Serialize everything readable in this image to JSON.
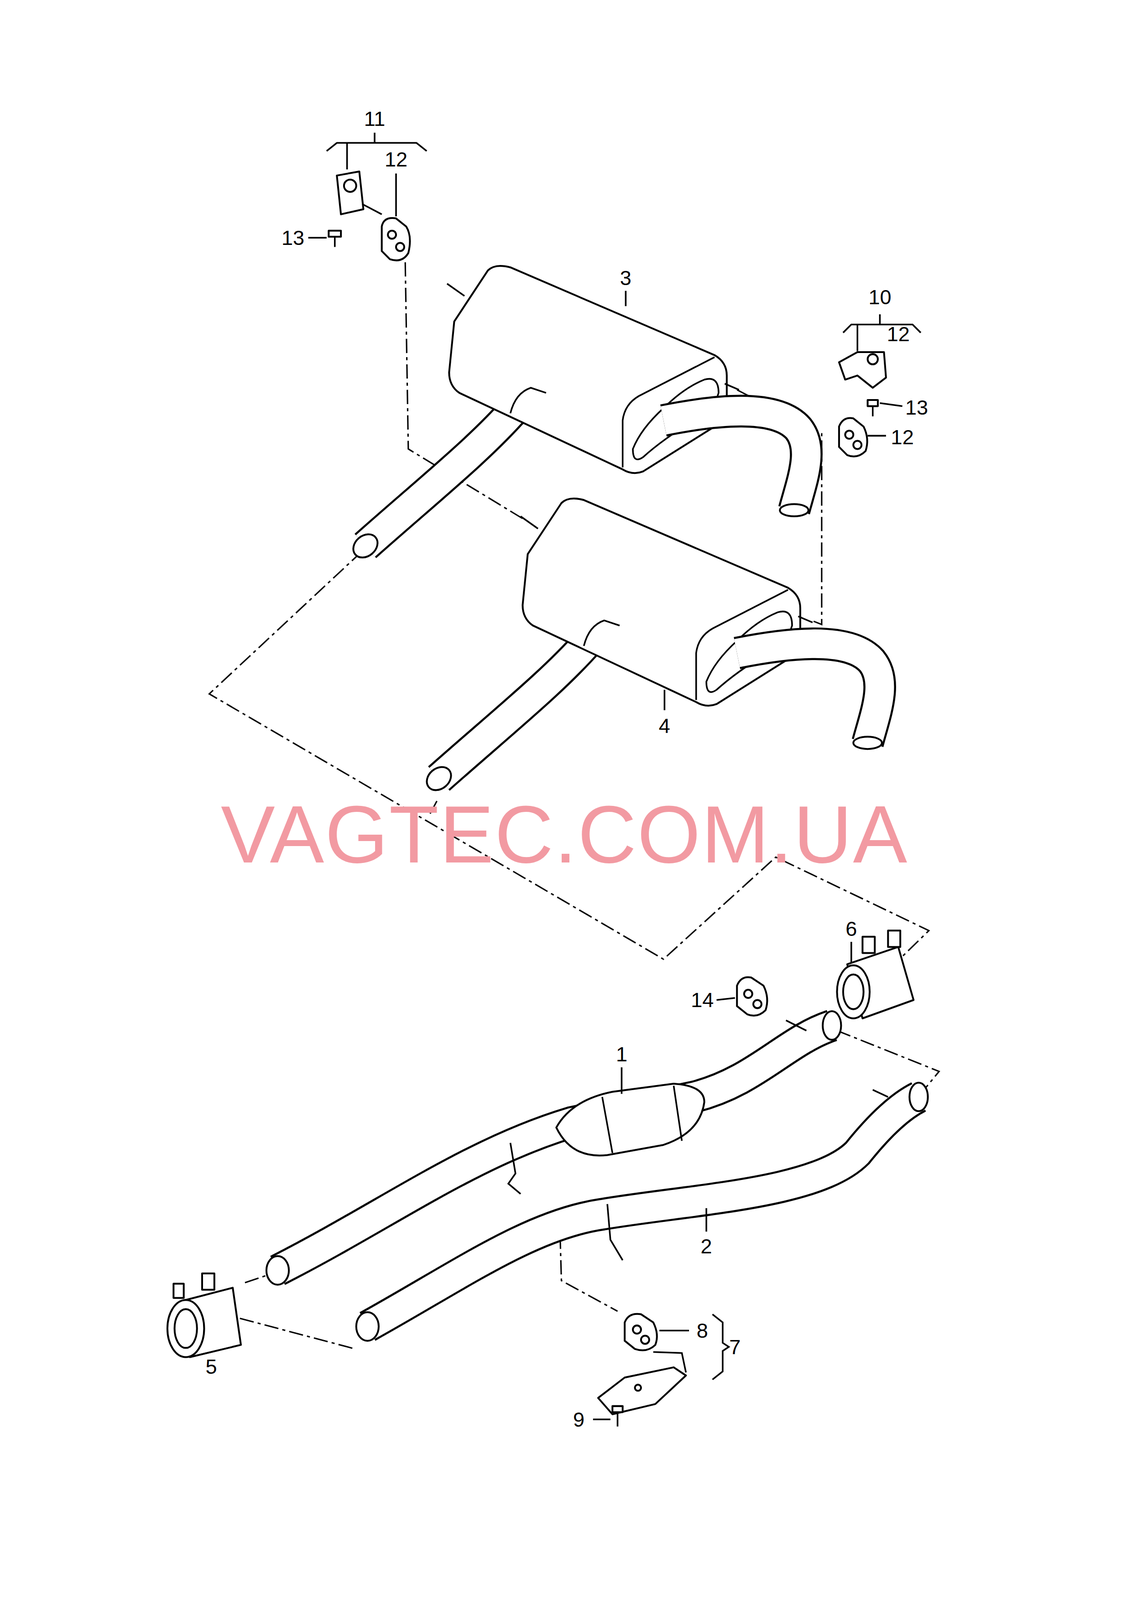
{
  "diagram": {
    "labels": [
      "11",
      "12",
      "13",
      "3",
      "10",
      "12",
      "13",
      "12",
      "4",
      "VAGTEC.COM.UA",
      "6",
      "14",
      "1",
      "2",
      "5",
      "8",
      "7",
      "9"
    ]
  }
}
